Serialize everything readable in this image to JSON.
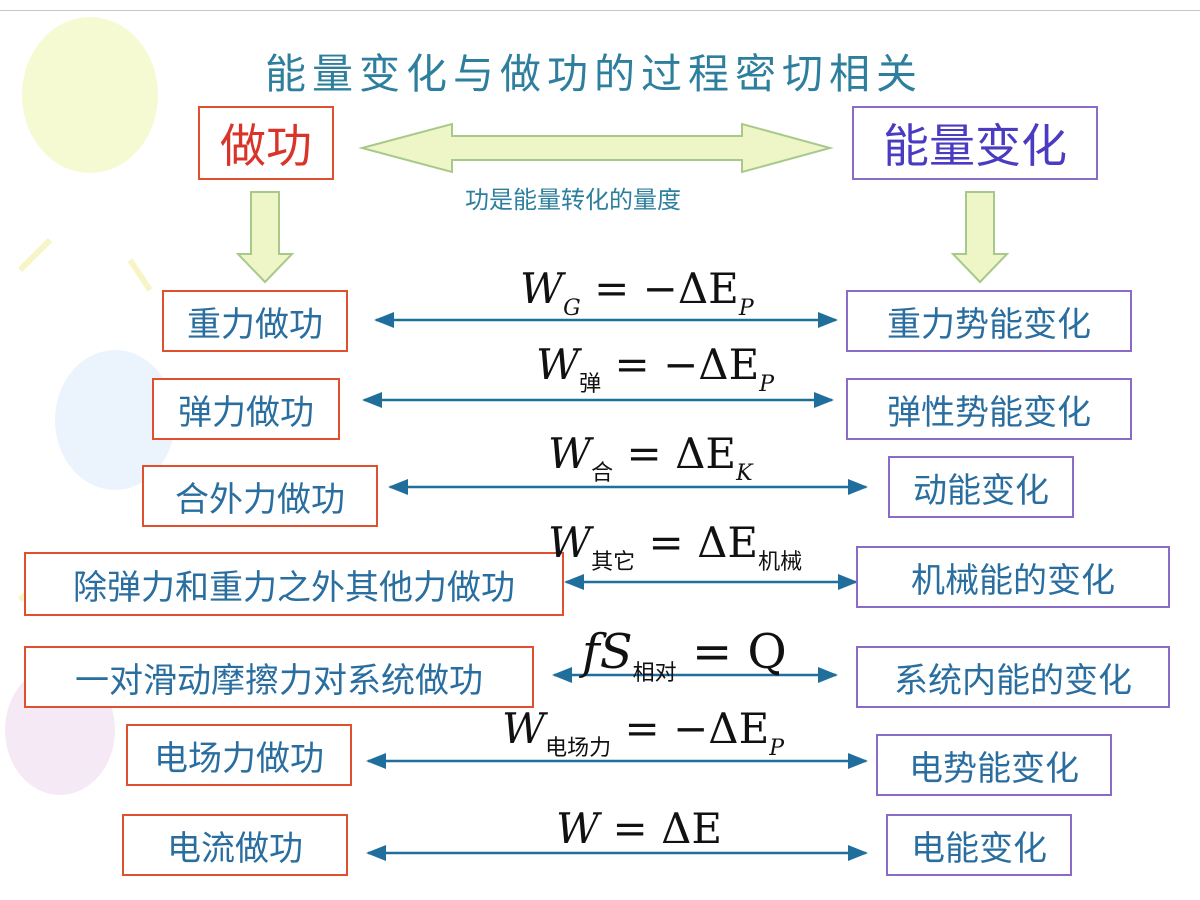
{
  "title": "能量变化与做功的过程密切相关",
  "top": {
    "left": "做功",
    "right": "能量变化",
    "caption": "功是能量转化的量度"
  },
  "rows": [
    {
      "left": "重力做功",
      "right": "重力势能变化",
      "formula": {
        "sym": "W",
        "sub": "G",
        "rhs": "= −ΔE",
        "rsub": "P"
      }
    },
    {
      "left": "弹力做功",
      "right": "弹性势能变化",
      "formula": {
        "sym": "W",
        "sub": "弹",
        "rhs": "= −ΔE",
        "rsub": "P"
      }
    },
    {
      "left": "合外力做功",
      "right": "动能变化",
      "formula": {
        "sym": "W",
        "sub": "合",
        "rhs": "= ΔE",
        "rsub": "K"
      }
    },
    {
      "left": "除弹力和重力之外其他力做功",
      "right": "机械能的变化",
      "formula": {
        "sym": "W",
        "sub": "其它",
        "rhs": "= ΔE",
        "rsub": "机械"
      }
    },
    {
      "left": "一对滑动摩擦力对系统做功",
      "right": "系统内能的变化",
      "formula": {
        "sym": "fS",
        "sub": "相对",
        "rhs": "= Q",
        "rsub": ""
      }
    },
    {
      "left": "电场力做功",
      "right": "电势能变化",
      "formula": {
        "sym": "W",
        "sub": "电场力",
        "rhs": "= −ΔE",
        "rsub": "P"
      }
    },
    {
      "left": "电流做功",
      "right": "电能变化",
      "formula": {
        "sym": "W",
        "sub": "",
        "rhs": "= ΔE",
        "rsub": ""
      }
    }
  ],
  "colors": {
    "arrow": "#1f6e9c",
    "red_border": "#e0502f",
    "purple_border": "#8a6cc8",
    "fat_arrow_fill": "#eef6c8"
  }
}
